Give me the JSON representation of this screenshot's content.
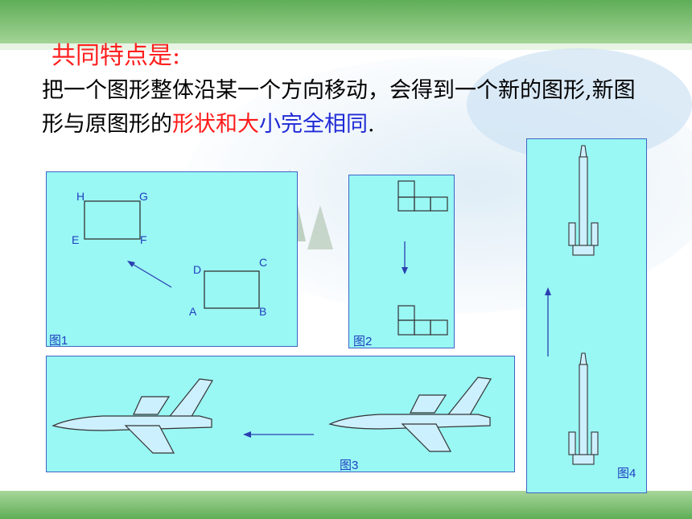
{
  "slide": {
    "heading": "共同特点是:",
    "sentence": {
      "part1": "把一个图形整体沿某一个方向移动，会得到一个新的图形,新图形与原图形的",
      "red": "形状和大",
      "blue_small": "小",
      "blue": "完全相同",
      "end": "."
    }
  },
  "figures": {
    "fig1": {
      "caption": "图1",
      "labels": {
        "H": "H",
        "G": "G",
        "E": "E",
        "F": "F",
        "D": "D",
        "C": "C",
        "A": "A",
        "B": "B"
      }
    },
    "fig2": {
      "caption": "图2"
    },
    "fig3": {
      "caption": "图3"
    },
    "fig4": {
      "caption": "图4"
    }
  },
  "colors": {
    "panel": "#99f7f4",
    "panel_border": "#3f63c6",
    "heading": "#ff2020",
    "highlight_red": "#ff1a1a",
    "highlight_blue": "#1f2ad6",
    "shape_fill": "#cdf0ff",
    "arrow": "#2a3fb0",
    "band_green": "#7cc070"
  }
}
